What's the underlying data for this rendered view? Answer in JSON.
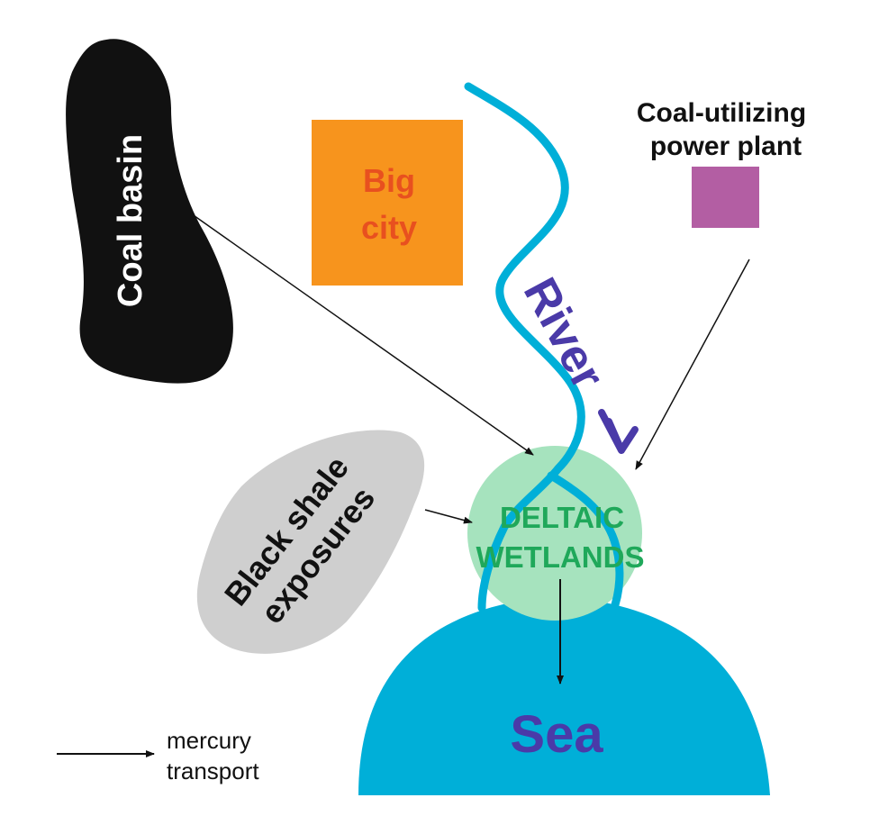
{
  "labels": {
    "coal_basin": "Coal basin",
    "big_city_line1": "Big",
    "big_city_line2": "city",
    "power_plant_line1": "Coal-utilizing",
    "power_plant_line2": "power plant",
    "river": "River",
    "wetlands_line1": "DELTAIC",
    "wetlands_line2": "WETLANDS",
    "shale_line1": "Black shale",
    "shale_line2": "exposures",
    "sea": "Sea",
    "legend_line1": "mercury",
    "legend_line2": "transport"
  },
  "colors": {
    "coal_basin": "#111111",
    "big_city_fill": "#f7941d",
    "big_city_text": "#e8501f",
    "power_plant": "#b35ea3",
    "river": "#00afd8",
    "river_text": "#4a3aa8",
    "wetlands_fill": "#a6e3be",
    "wetlands_text": "#1fa85a",
    "shale_fill": "#cfcfcf",
    "sea_fill": "#00afd8",
    "sea_text": "#4a3aa8",
    "arrows": "#111111"
  }
}
